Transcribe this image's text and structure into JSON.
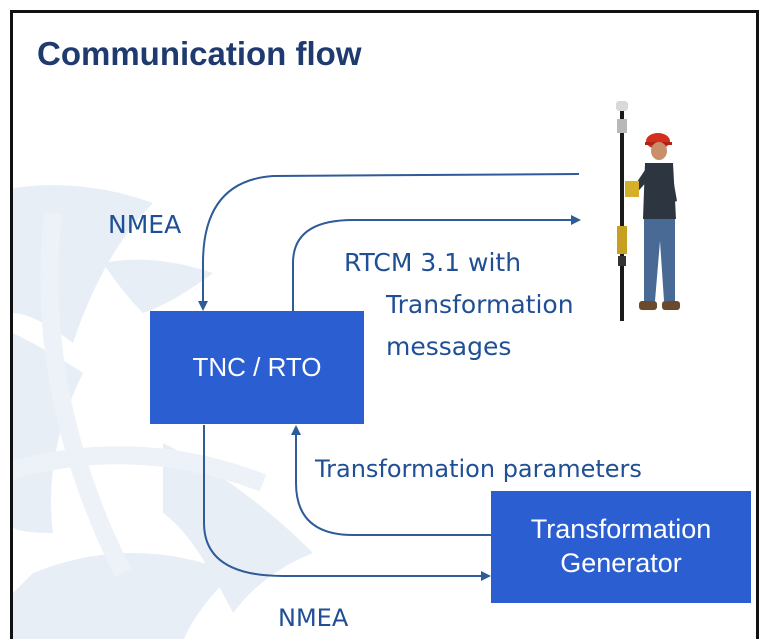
{
  "slide": {
    "title": "Communication flow"
  },
  "nodes": {
    "tnc_rto": {
      "label": "TNC / RTO"
    },
    "generator": {
      "label_line1": "Transformation",
      "label_line2": "Generator"
    }
  },
  "edges": {
    "nmea_top": {
      "label": "NMEA"
    },
    "rtcm": {
      "line1": "RTCM 3.1 with",
      "line2": "Transformation",
      "line3": "messages"
    },
    "params": {
      "label": "Transformation parameters"
    },
    "nmea_bottom": {
      "label": "NMEA"
    }
  },
  "colors": {
    "title": "#1f3a6e",
    "box_fill": "#2b5fd1",
    "arrow": "#2f5b99",
    "label": "#1f4f95",
    "background_art": "#e6edf5"
  },
  "icons": {
    "surveyor": "surveyor-with-gnss-rover-pole"
  }
}
